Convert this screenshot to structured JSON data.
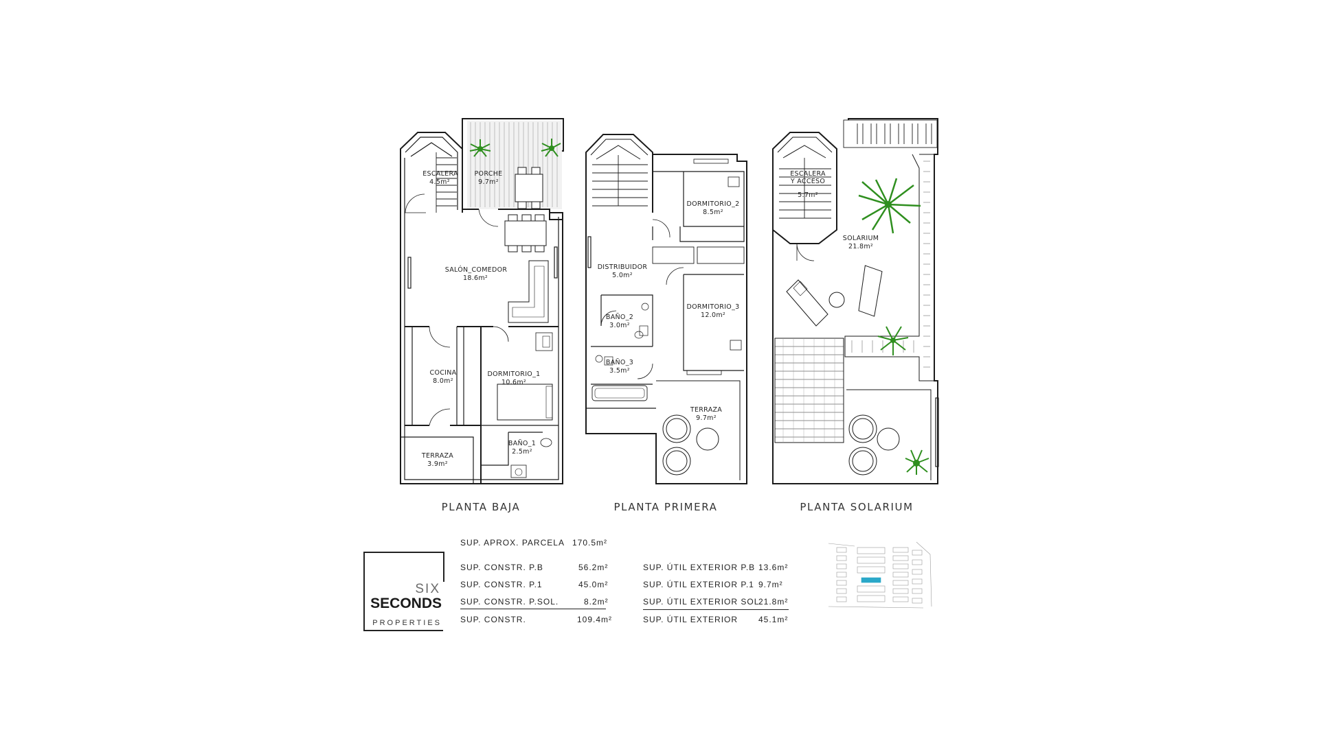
{
  "floors": [
    {
      "title": "PLANTA BAJA",
      "rooms": [
        {
          "name": "ESCALERA",
          "area": "4.5m²"
        },
        {
          "name": "PORCHE",
          "area": "9.7m²"
        },
        {
          "name": "SALÓN_COMEDOR",
          "area": "18.6m²"
        },
        {
          "name": "COCINA",
          "area": "8.0m²"
        },
        {
          "name": "DORMITORIO_1",
          "area": "10.6m²"
        },
        {
          "name": "BAÑO_1",
          "area": "2.5m²"
        },
        {
          "name": "TERRAZA",
          "area": "3.9m²"
        }
      ]
    },
    {
      "title": "PLANTA PRIMERA",
      "rooms": [
        {
          "name": "DORMITORIO_2",
          "area": "8.5m²"
        },
        {
          "name": "DISTRIBUIDOR",
          "area": "5.0m²"
        },
        {
          "name": "DORMITORIO_3",
          "area": "12.0m²"
        },
        {
          "name": "BAÑO_2",
          "area": "3.0m²"
        },
        {
          "name": "BAÑO_3",
          "area": "3.5m²"
        },
        {
          "name": "TERRAZA",
          "area": "9.7m²"
        }
      ]
    },
    {
      "title": "PLANTA SOLARIUM",
      "rooms": [
        {
          "name": "ESCALERA",
          "name2": "Y ACCESO",
          "area": "5.7m²"
        },
        {
          "name": "SOLARIUM",
          "area": "21.8m²"
        }
      ]
    }
  ],
  "logo": {
    "line1": "SIX",
    "line2": "SECONDS",
    "line3": "PROPERTIES"
  },
  "surfaces": {
    "parcela": {
      "label": "SUP. APROX. PARCELA",
      "value": "170.5m²"
    },
    "constr": [
      {
        "label": "SUP. CONSTR. P.B",
        "value": "56.2m²"
      },
      {
        "label": "SUP. CONSTR. P.1",
        "value": "45.0m²"
      },
      {
        "label": "SUP. CONSTR. P.SOL.",
        "value": "8.2m²"
      },
      {
        "label": "SUP. CONSTR.",
        "value": "109.4m²"
      }
    ],
    "exterior": [
      {
        "label": "SUP. ÚTIL EXTERIOR P.B",
        "value": "13.6m²"
      },
      {
        "label": "SUP. ÚTIL EXTERIOR P.1",
        "value": "9.7m²"
      },
      {
        "label": "SUP. ÚTIL EXTERIOR SOL.",
        "value": "21.8m²"
      },
      {
        "label": "SUP. ÚTIL EXTERIOR",
        "value": "45.1m²"
      }
    ]
  },
  "colors": {
    "plant": "#2f8f1f",
    "line": "#1a1a1a",
    "pool": "#2aa8c9"
  }
}
